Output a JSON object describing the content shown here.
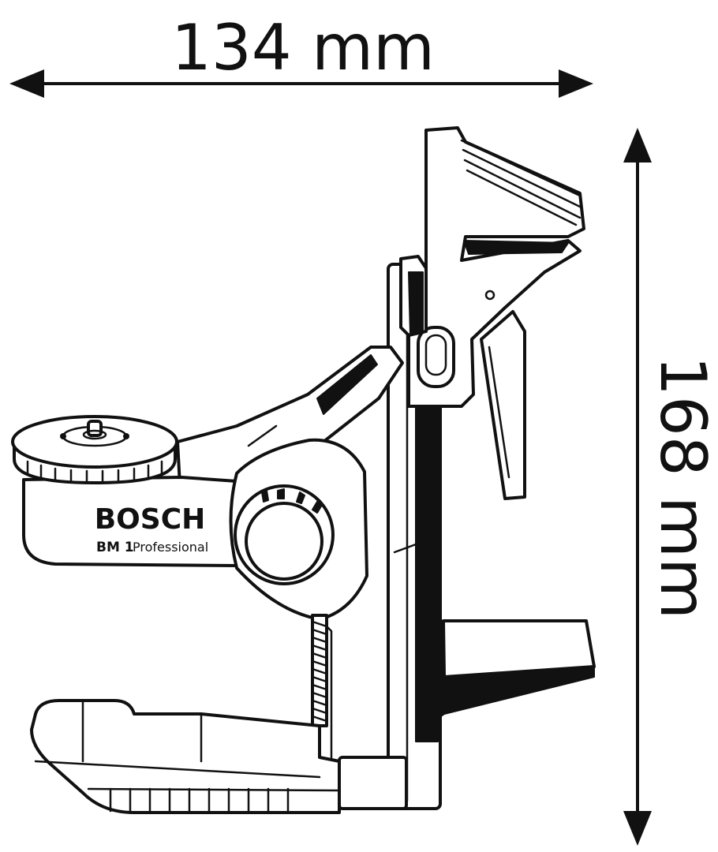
{
  "dimensions": {
    "width_label": "134 mm",
    "height_label": "168 mm"
  },
  "product": {
    "brand": "BOSCH",
    "model_code": "BM 1",
    "model_suffix": "Professional"
  },
  "colors": {
    "line": "#111111",
    "background": "#ffffff"
  }
}
